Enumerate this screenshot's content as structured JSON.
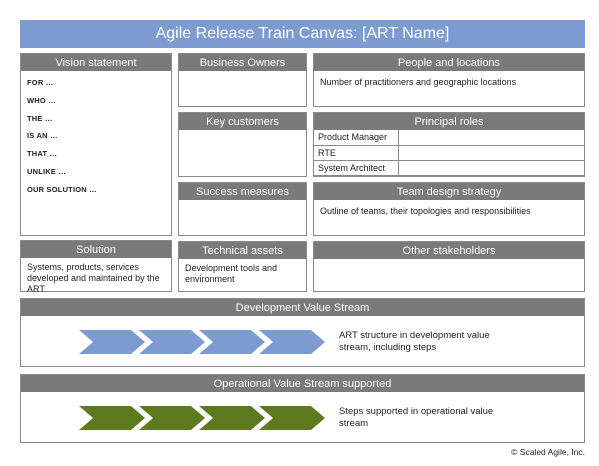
{
  "title": "Agile Release Train Canvas: [ART Name]",
  "vision": {
    "header": "Vision statement",
    "lines": [
      "FOR …",
      "WHO …",
      "THE …",
      "IS AN …",
      "THAT …",
      "UNLIKE …",
      "OUR SOLUTION …"
    ]
  },
  "business_owners": {
    "header": "Business Owners"
  },
  "key_customers": {
    "header": "Key customers"
  },
  "success_measures": {
    "header": "Success measures"
  },
  "people_locations": {
    "header": "People and locations",
    "text": "Number of practitioners and geographic locations"
  },
  "principal_roles": {
    "header": "Principal roles",
    "roles": [
      "Product Manager",
      "RTE",
      "System Architect"
    ]
  },
  "team_design": {
    "header": "Team design strategy",
    "text": "Outline of teams, their topologies and responsibilities"
  },
  "solution": {
    "header": "Solution",
    "text": "Systems, products, services developed and maintained by the ART"
  },
  "technical_assets": {
    "header": "Technical assets",
    "text": "Development tools and environment"
  },
  "other_stakeholders": {
    "header": "Other stakeholders"
  },
  "dev_stream": {
    "header": "Development Value Stream",
    "text": "ART structure in development value stream, including steps",
    "color": "#7b9bd1"
  },
  "ops_stream": {
    "header": "Operational Value Stream supported",
    "text": "Steps supported in operational value stream",
    "color": "#5e7a1f"
  },
  "copyright": "© Scaled Agile, Inc."
}
